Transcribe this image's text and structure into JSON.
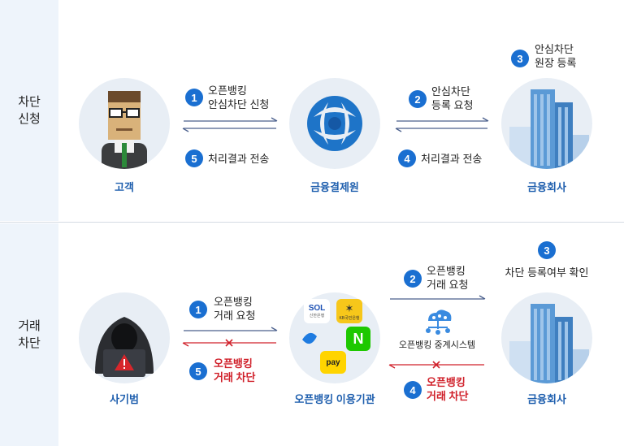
{
  "sections": {
    "top_title": "차단\n신청",
    "bottom_title": "거래\n차단"
  },
  "top": {
    "customer": "고객",
    "ftc": "금융결제원",
    "bank": "금융회사",
    "step1_num": "1",
    "step1_label": "오픈뱅킹\n안심차단 신청",
    "step5_num": "5",
    "step5_label": "처리결과 전송",
    "step2_num": "2",
    "step2_label": "안심차단\n등록 요청",
    "step4_num": "4",
    "step4_label": "처리결과 전송",
    "step3_num": "3",
    "step3_label": "안심차단\n원장 등록"
  },
  "bottom": {
    "fraudster": "사기범",
    "institutions": "오픈뱅킹 이용기관",
    "bank": "금융회사",
    "hub": "오픈뱅킹 중계시스템",
    "step1_num": "1",
    "step1_label": "오픈뱅킹\n거래 요청",
    "step5_num": "5",
    "step5_label": "오픈뱅킹\n거래 차단",
    "step2_num": "2",
    "step2_label": "오픈뱅킹\n거래 요청",
    "step4_num": "4",
    "step4_label": "오픈뱅킹\n거래 차단",
    "step3_num": "3",
    "step3_label": "차단 등록여부 확인",
    "app_sol": "SOL",
    "app_sol_sub": "신한은행",
    "app_kb_sub": "KB국민은행",
    "app_naver": "N",
    "app_pay": "pay"
  },
  "colors": {
    "accent": "#1a6fd1",
    "caption": "#1f5fae",
    "block": "#d0202a",
    "arrow": "#4a5f8c"
  }
}
